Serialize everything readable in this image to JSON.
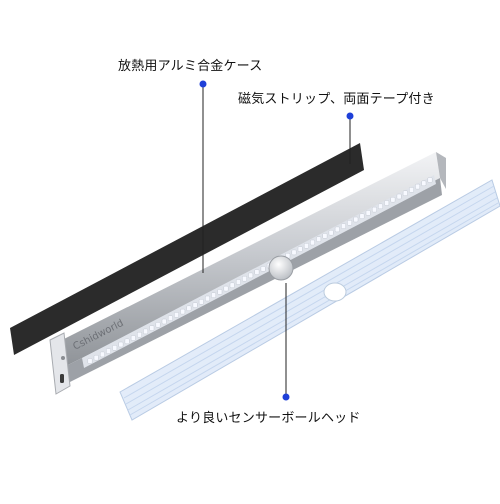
{
  "product": {
    "brand_text": "Cshidworld"
  },
  "callouts": {
    "case_label": "放熱用アルミ合金ケース",
    "strip_label": "磁気ストリップ、両面テープ付き",
    "sensor_label": "より良いセンサーボールヘッド"
  },
  "colors": {
    "callout_dot": "#1e3fd8",
    "callout_line": "#222222",
    "magnetic_strip": "#2b2b2b",
    "diffuser": "#e4eefa",
    "aluminum": "#c9ccd1",
    "led": "#f7f9ff"
  },
  "leds": {
    "count": 56
  }
}
